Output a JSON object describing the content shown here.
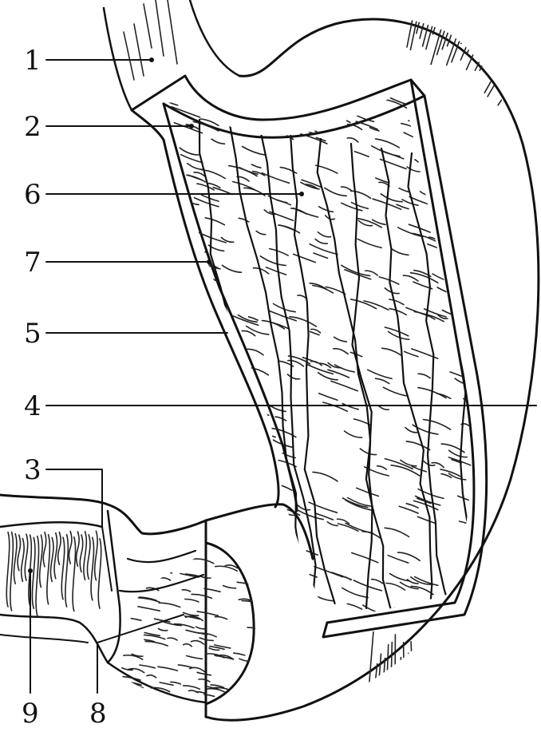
{
  "labels": [
    {
      "id": "1",
      "text": "1"
    },
    {
      "id": "2",
      "text": "2"
    },
    {
      "id": "6",
      "text": "6"
    },
    {
      "id": "7",
      "text": "7"
    },
    {
      "id": "5",
      "text": "5"
    },
    {
      "id": "4",
      "text": "4"
    },
    {
      "id": "3",
      "text": "3"
    },
    {
      "id": "9",
      "text": "9"
    },
    {
      "id": "8",
      "text": "8"
    }
  ]
}
